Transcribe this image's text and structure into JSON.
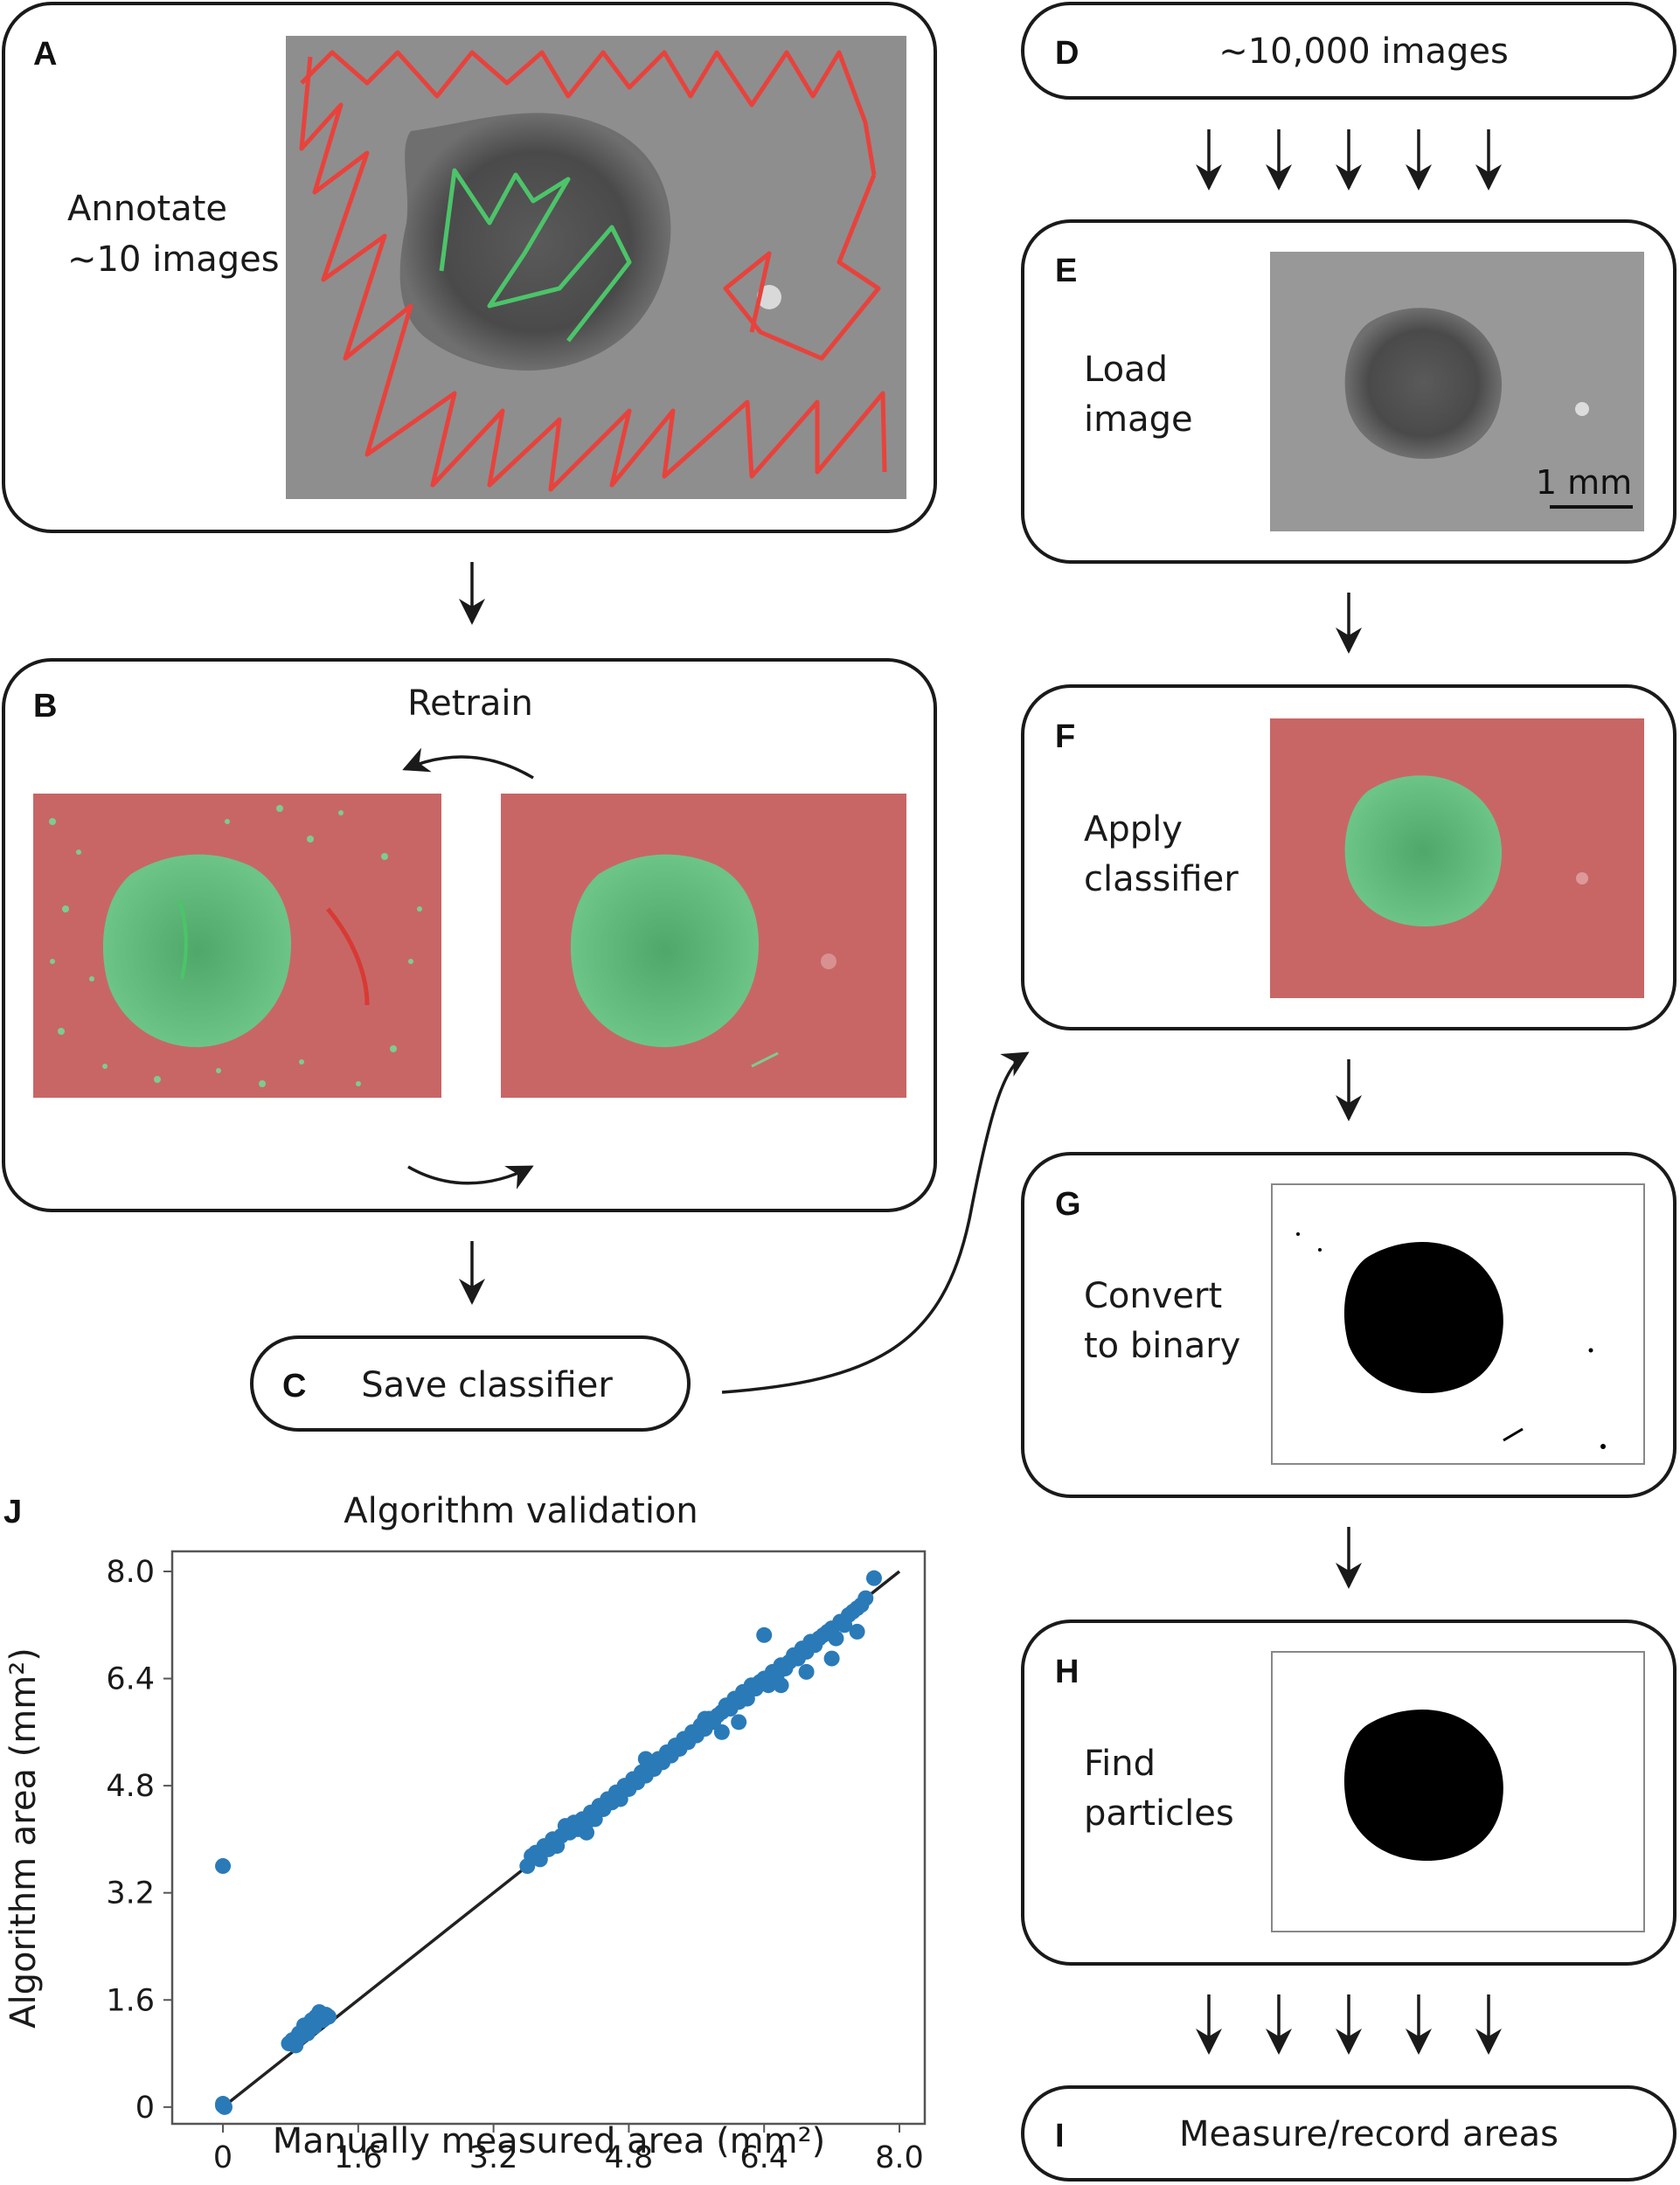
{
  "panels": {
    "A": {
      "label": "A",
      "text_lines": [
        "Annotate",
        "~10 images"
      ]
    },
    "B": {
      "label": "B",
      "title": "Retrain"
    },
    "C": {
      "label": "C",
      "text": "Save classifier"
    },
    "D": {
      "label": "D",
      "text": "~10,000 images"
    },
    "E": {
      "label": "E",
      "text_lines": [
        "Load",
        "image"
      ],
      "scale_bar": "1 mm"
    },
    "F": {
      "label": "F",
      "text_lines": [
        "Apply",
        "classifier"
      ]
    },
    "G": {
      "label": "G",
      "text_lines": [
        "Convert",
        "to binary"
      ]
    },
    "H": {
      "label": "H",
      "text_lines": [
        "Find",
        "particles"
      ]
    },
    "I": {
      "label": "I",
      "text": "Measure/record areas"
    },
    "J": {
      "label": "J"
    }
  },
  "colors": {
    "annotation_red": "#e8423c",
    "annotation_green": "#4cc46a",
    "overlay_red": "#c86666",
    "overlay_green": "#5fb878",
    "point_blue": "#2a7ab8",
    "micrograph_gray": "#8c8c8c"
  },
  "chart_data": {
    "type": "scatter",
    "title": "Algorithm validation",
    "xlabel": "Manually measured area (mm²)",
    "ylabel": "Algorithm area (mm²)",
    "xlim": [
      -0.6,
      8.3
    ],
    "ylim": [
      -0.25,
      8.3
    ],
    "xticks": [
      "0",
      "1.6",
      "3.2",
      "4.8",
      "6.4",
      "8.0"
    ],
    "yticks": [
      "0",
      "1.6",
      "3.2",
      "4.8",
      "6.4",
      "8.0"
    ],
    "grid": false,
    "fit_line": {
      "x": [
        0,
        8.0
      ],
      "y": [
        0,
        8.0
      ]
    },
    "points": {
      "x": [
        0,
        0,
        0.02,
        0,
        0.78,
        0.82,
        0.86,
        0.9,
        0.92,
        0.95,
        0.98,
        1.0,
        1.02,
        1.05,
        1.08,
        1.1,
        1.12,
        1.15,
        1.18,
        1.2,
        1.22,
        1.25,
        0.88,
        0.96,
        1.04,
        1.14,
        3.6,
        3.65,
        3.7,
        3.75,
        3.8,
        3.85,
        3.9,
        3.95,
        4.0,
        4.05,
        4.1,
        4.15,
        4.2,
        4.25,
        4.3,
        4.35,
        4.4,
        4.45,
        4.5,
        4.55,
        4.6,
        4.65,
        4.7,
        4.75,
        4.8,
        4.85,
        4.9,
        4.95,
        5.0,
        5.05,
        5.1,
        5.15,
        5.2,
        5.25,
        5.3,
        5.35,
        5.4,
        5.45,
        5.5,
        5.55,
        5.6,
        5.65,
        5.7,
        5.75,
        5.8,
        5.85,
        5.9,
        5.95,
        6.0,
        6.05,
        6.1,
        6.15,
        6.2,
        6.25,
        6.3,
        6.35,
        6.4,
        6.45,
        6.5,
        6.55,
        6.6,
        6.65,
        6.7,
        6.75,
        6.8,
        6.85,
        6.9,
        6.95,
        7.0,
        7.05,
        7.1,
        7.15,
        7.2,
        7.25,
        7.3,
        7.35,
        7.4,
        7.45,
        7.5,
        7.55,
        7.6,
        7.7,
        7.5,
        6.4,
        5.7,
        6.1,
        3.9,
        4.3,
        5.0,
        5.9,
        6.6,
        6.9,
        7.2
      ],
      "y": [
        3.6,
        0.02,
        0.0,
        0.05,
        0.95,
        1.0,
        0.92,
        1.1,
        1.05,
        1.15,
        1.2,
        1.1,
        1.25,
        1.3,
        1.2,
        1.35,
        1.28,
        1.4,
        1.3,
        1.32,
        1.38,
        1.35,
        1.05,
        1.22,
        1.18,
        1.42,
        3.6,
        3.75,
        3.8,
        3.7,
        3.9,
        3.85,
        4.0,
        3.9,
        4.05,
        4.2,
        4.1,
        4.25,
        4.15,
        4.3,
        4.25,
        4.4,
        4.3,
        4.5,
        4.45,
        4.6,
        4.55,
        4.7,
        4.6,
        4.8,
        4.75,
        4.9,
        4.85,
        5.0,
        4.95,
        5.1,
        5.05,
        5.2,
        5.15,
        5.3,
        5.25,
        5.4,
        5.35,
        5.5,
        5.45,
        5.6,
        5.55,
        5.7,
        5.65,
        5.8,
        5.75,
        5.85,
        5.9,
        6.0,
        5.95,
        6.1,
        6.05,
        6.2,
        6.1,
        6.3,
        6.25,
        6.35,
        6.4,
        6.3,
        6.5,
        6.45,
        6.6,
        6.55,
        6.65,
        6.75,
        6.7,
        6.85,
        6.8,
        6.95,
        6.9,
        7.0,
        7.05,
        7.1,
        7.15,
        7.0,
        7.25,
        7.2,
        7.35,
        7.4,
        7.45,
        7.5,
        7.6,
        7.9,
        7.1,
        7.05,
        5.8,
        5.75,
        4.0,
        4.1,
        5.2,
        5.6,
        6.3,
        6.5,
        6.7
      ]
    }
  }
}
